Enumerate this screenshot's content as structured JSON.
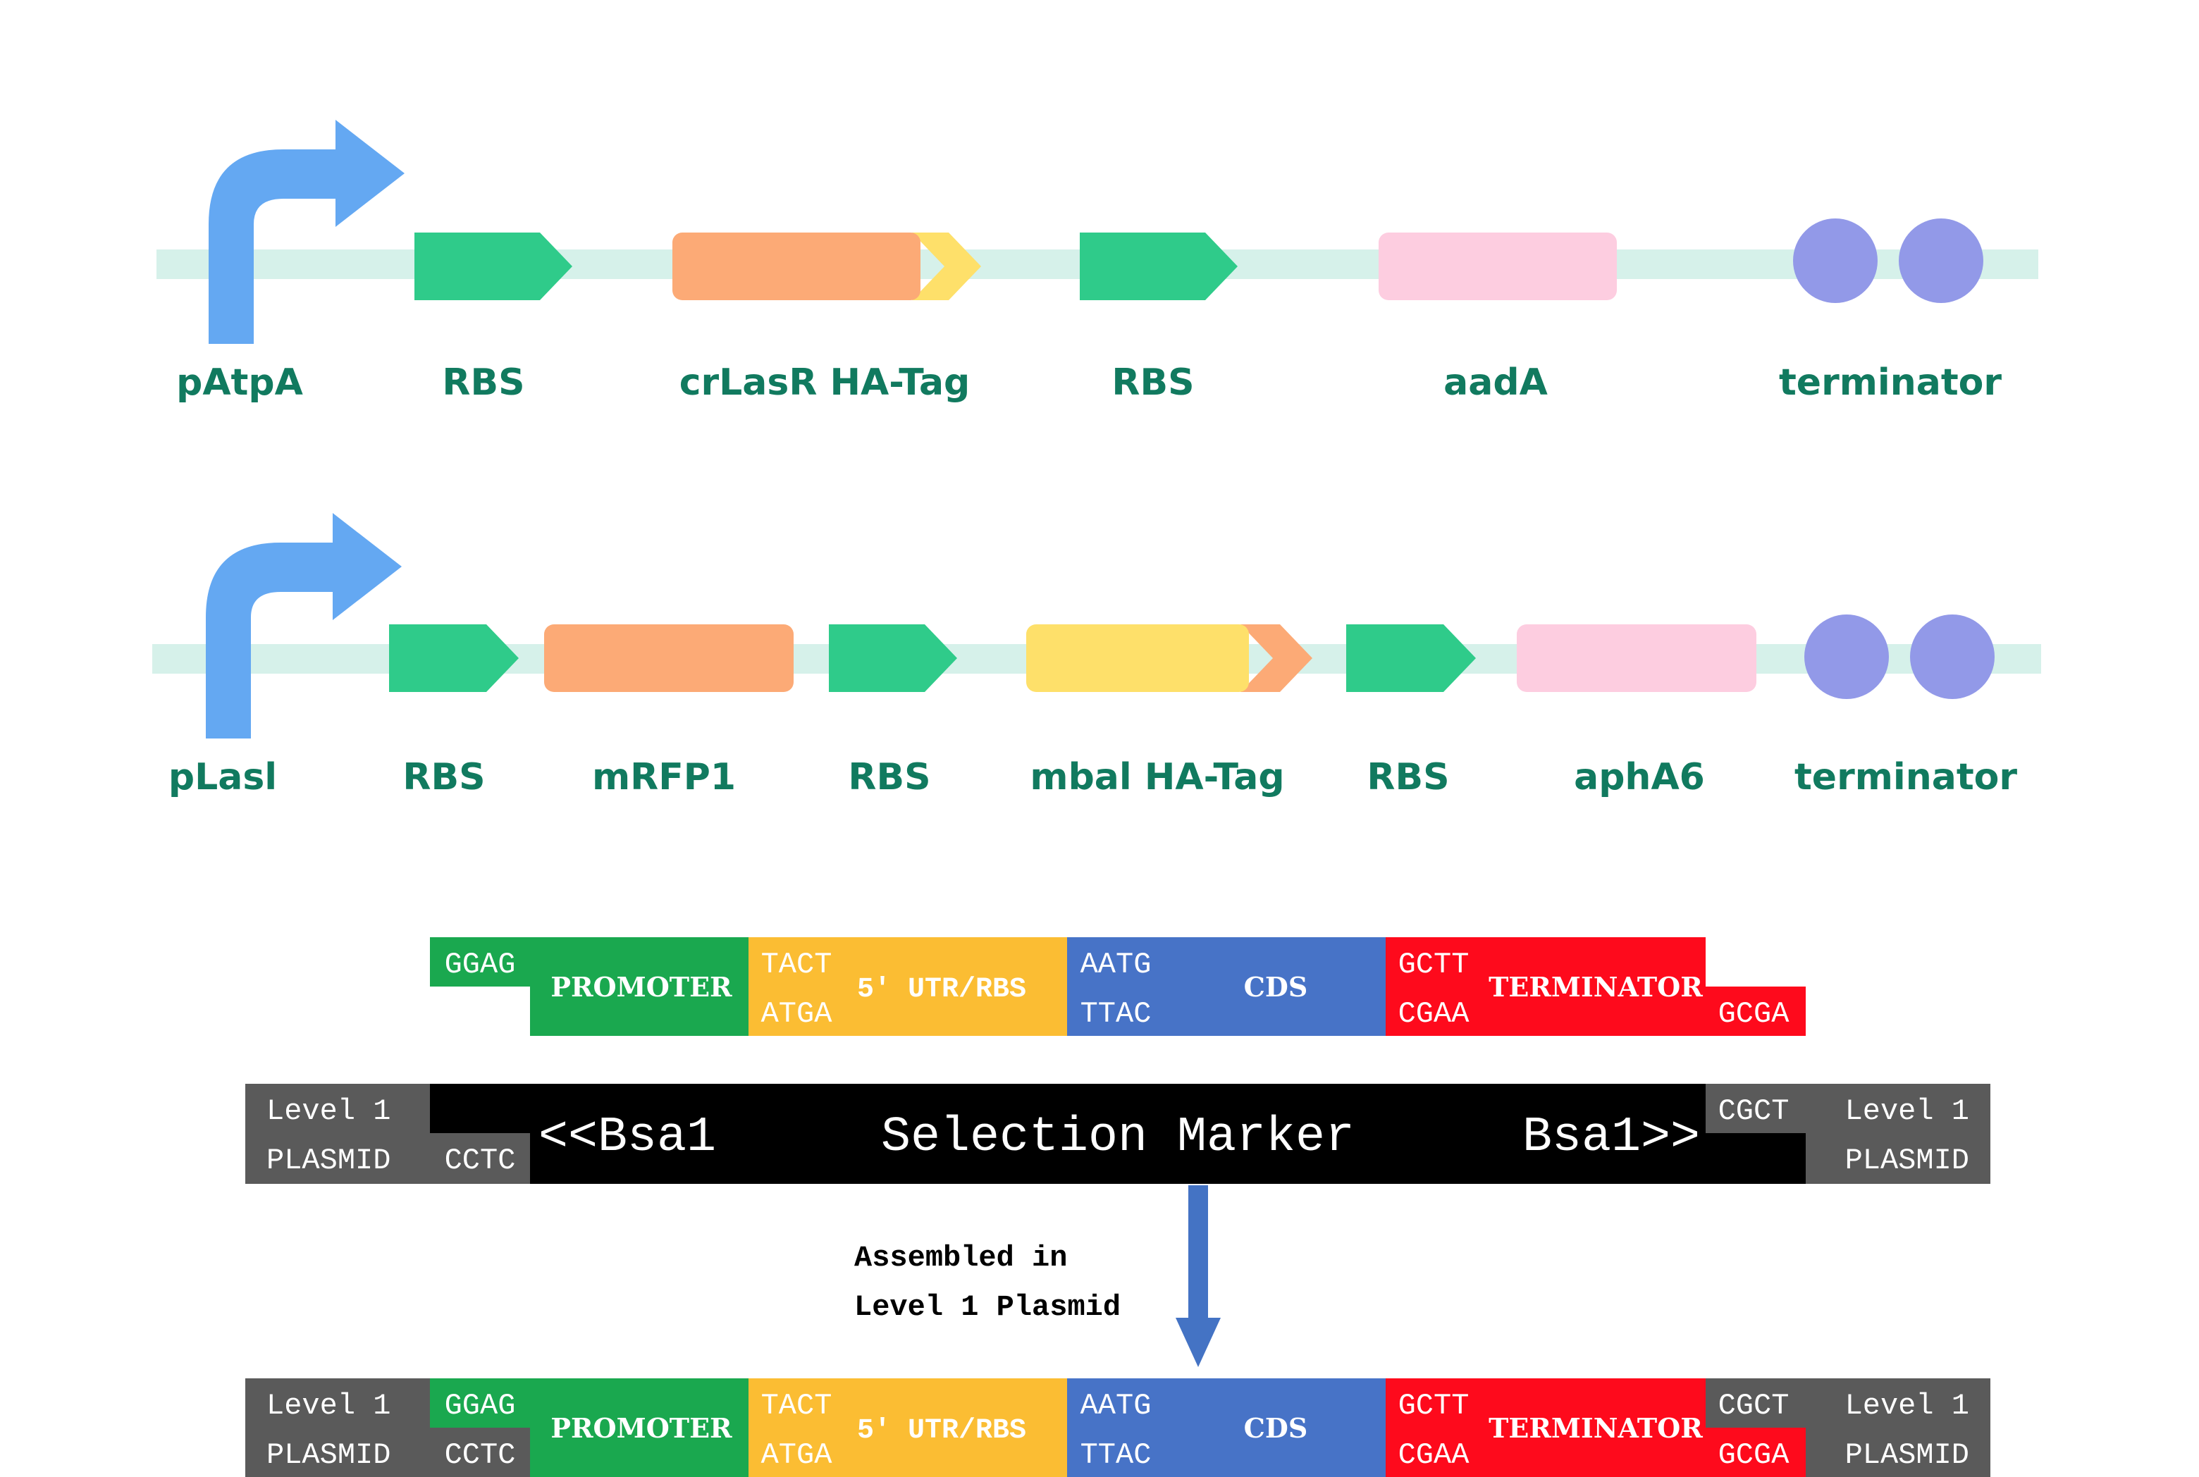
{
  "colors": {
    "label": "#117a5f",
    "backbone": "#d6f1ea",
    "promoter_arrow": "#64a8f2",
    "rbs": "#2fcb8a",
    "orange": "#fcaa76",
    "yellow": "#fee06a",
    "pink": "#fdcde0",
    "terminator": "#9299e8",
    "green_block": "#1aa84f",
    "yellow_block": "#fbbd33",
    "blue_block": "#4773c7",
    "red_block": "#fe0a1c",
    "grey_block": "#5a5a5a",
    "black_block": "#000000",
    "flow_arrow": "#4473c4"
  },
  "construct1": {
    "labels": {
      "promoter": "pAtpA",
      "rbs1": "RBS",
      "gene1": "crLasR HA-Tag",
      "rbs2": "RBS",
      "gene2": "aadA",
      "terminator": "terminator"
    }
  },
  "construct2": {
    "labels": {
      "promoter": "pLasl",
      "rbs1": "RBS",
      "gene1": "mRFP1",
      "rbs2": "RBS",
      "gene2": "mbal HA-Tag",
      "rbs3": "RBS",
      "gene3": "aphA6",
      "terminator": "terminator"
    }
  },
  "parts": {
    "ggag": "GGAG",
    "cctc": "CCTC",
    "promoter": "PROMOTER",
    "tact": "TACT",
    "atga": "ATGA",
    "utr": "5' UTR/RBS",
    "aatg": "AATG",
    "ttac": "TTAC",
    "cds": "CDS",
    "gctt": "GCTT",
    "cgaa": "CGAA",
    "terminator": "TERMINATOR",
    "gcga": "GCGA",
    "cgct": "CGCT"
  },
  "plasmid": {
    "level": "Level 1",
    "plasmid": "PLASMID",
    "bsa_left": "<<Bsa1",
    "selection": "Selection Marker",
    "bsa_right": "Bsa1>>"
  },
  "assembly_note": {
    "line1": "Assembled in",
    "line2": "Level 1 Plasmid"
  }
}
